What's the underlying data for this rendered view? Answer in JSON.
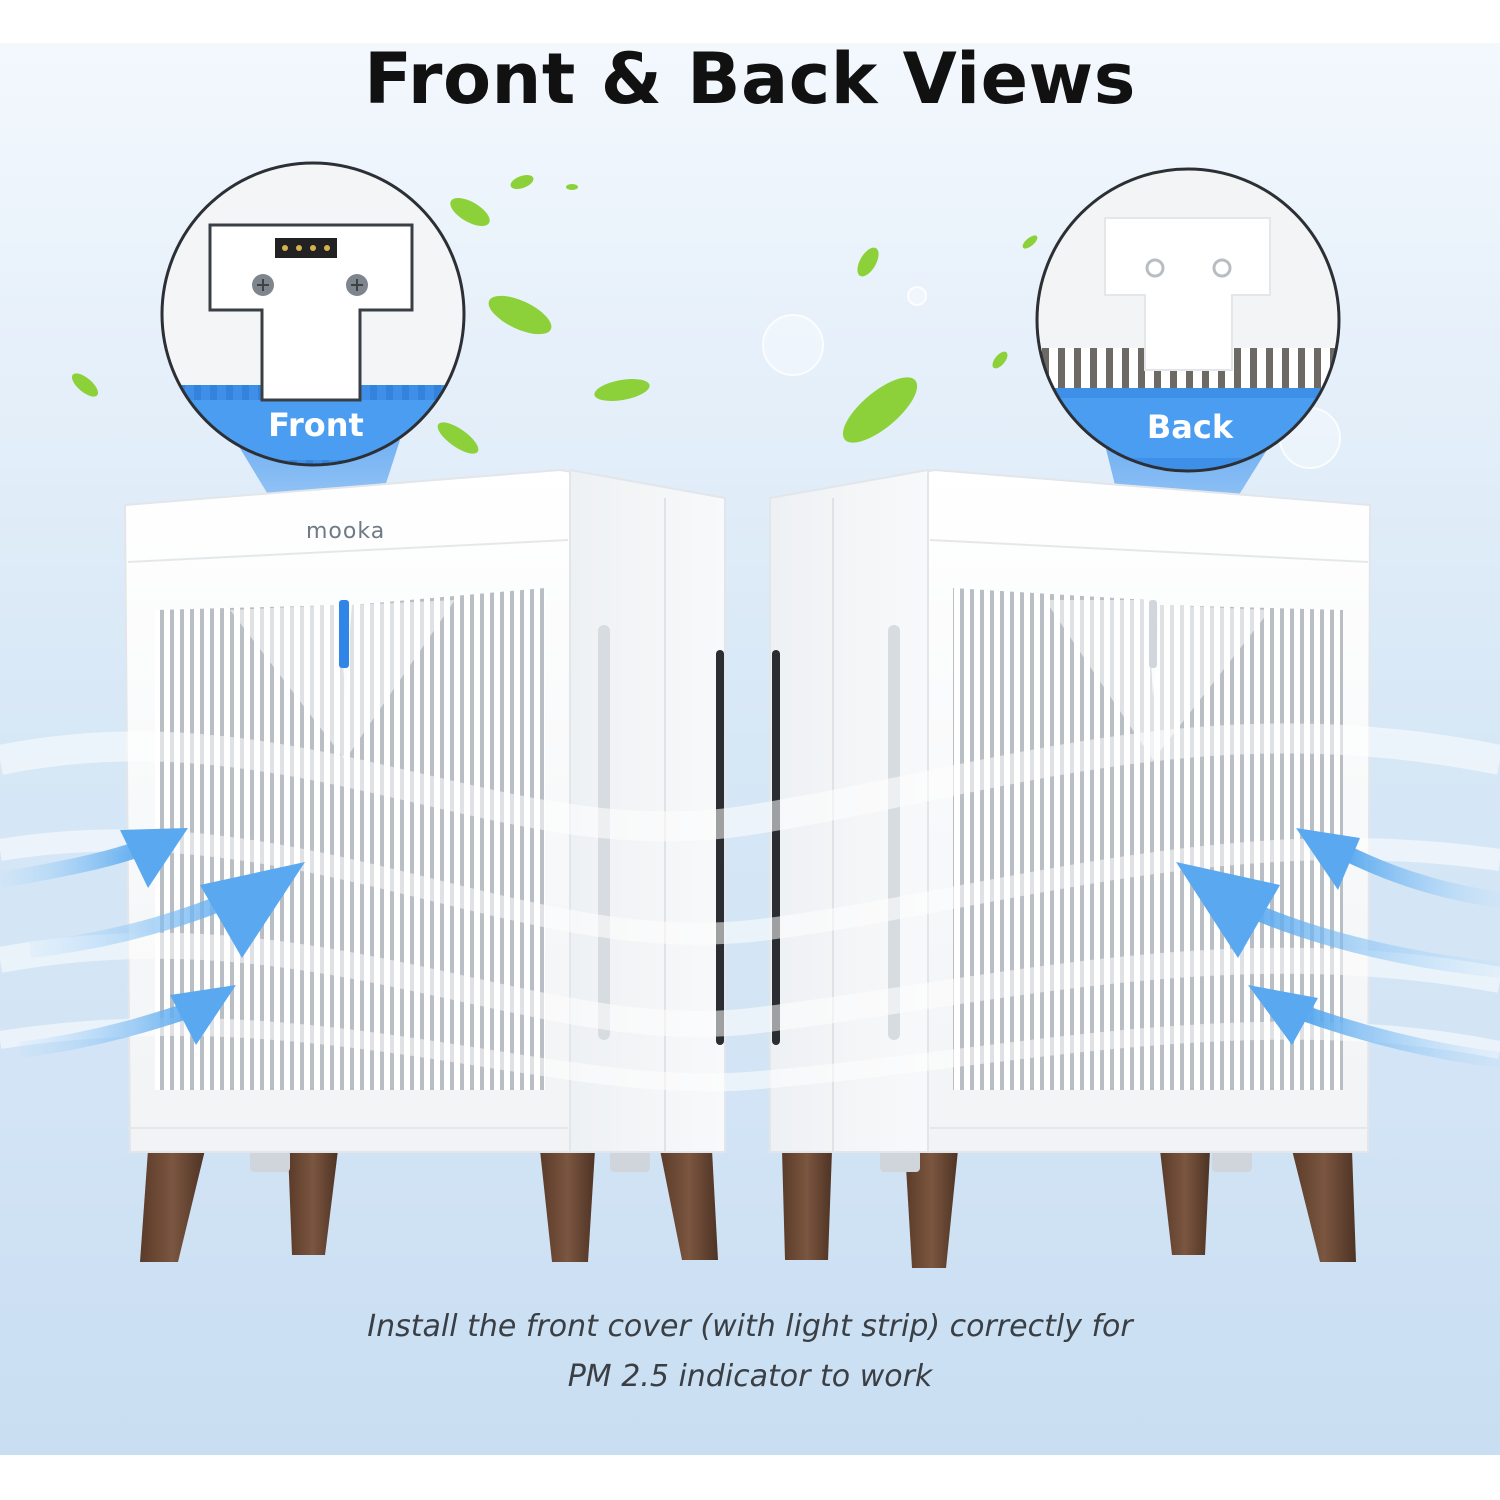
{
  "title": "Front & Back Views",
  "callouts": {
    "front_label": "Front",
    "back_label": "Back"
  },
  "brand_logo": "mooka",
  "caption": {
    "line1": "Install the front cover (with light strip) correctly for",
    "line2": "PM 2.5 indicator to work"
  },
  "colors": {
    "accent_blue": "#2f86e6",
    "arrow_blue": "#5aa9f0",
    "leg_wood": "#6b4a36",
    "leaf_green": "#8cd13a",
    "body_white": "#fbfbfb"
  },
  "icons": [
    "leaf-icon",
    "bubble-icon",
    "airflow-arrow-icon",
    "screw-icon"
  ]
}
